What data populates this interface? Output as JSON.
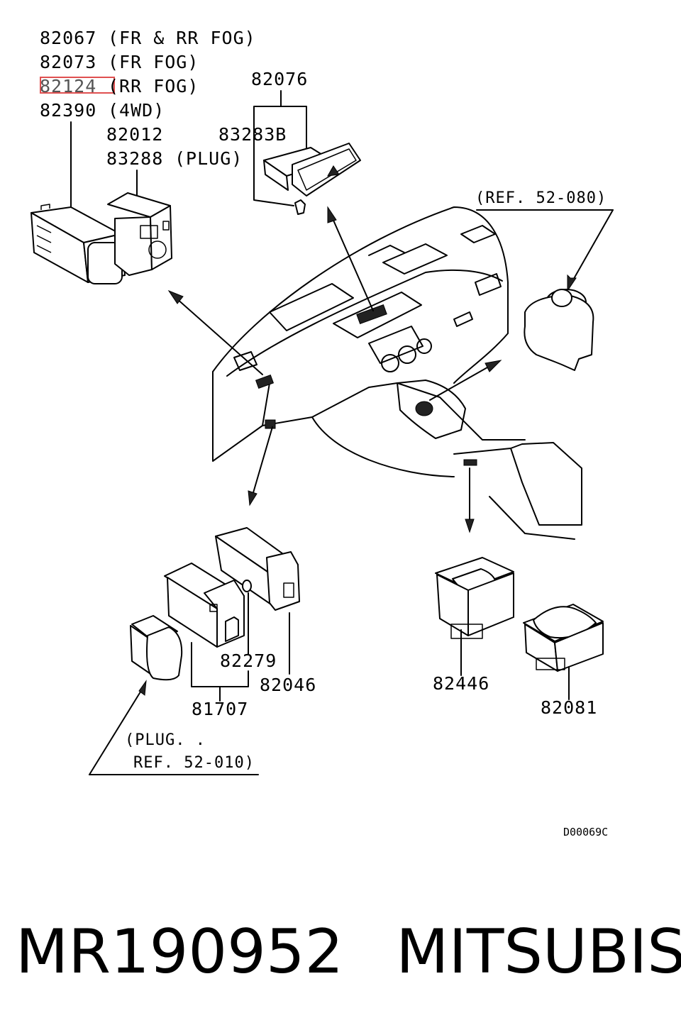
{
  "callouts": {
    "fog_switch_group": [
      {
        "part": "82067",
        "note": "(FR & RR FOG)"
      },
      {
        "part": "82073",
        "note": "(FR FOG)"
      },
      {
        "part": "82124",
        "note": "(RR FOG)"
      },
      {
        "part": "82390",
        "note": "(4WD)"
      }
    ],
    "base_parts": [
      {
        "part": "82012",
        "note": ""
      },
      {
        "part": "83288",
        "note": "(PLUG)"
      }
    ],
    "hazard_group": {
      "top": "82076",
      "bulb": "83283B"
    },
    "ref_top": "(REF. 52-080)",
    "lower_left": {
      "p82279": "82279",
      "p82046": "82046",
      "p81707": "81707",
      "plug_line1": "(PLUG. .",
      "plug_line2": "REF. 52-010)"
    },
    "lower_right": {
      "p82446": "82446",
      "p82081": "82081"
    },
    "diagram_code": "D00069C"
  },
  "highlight": {
    "part": "82124",
    "color": "#e05050"
  },
  "footer": {
    "part_number": "MR190952",
    "brand": "MITSUBISHI"
  }
}
